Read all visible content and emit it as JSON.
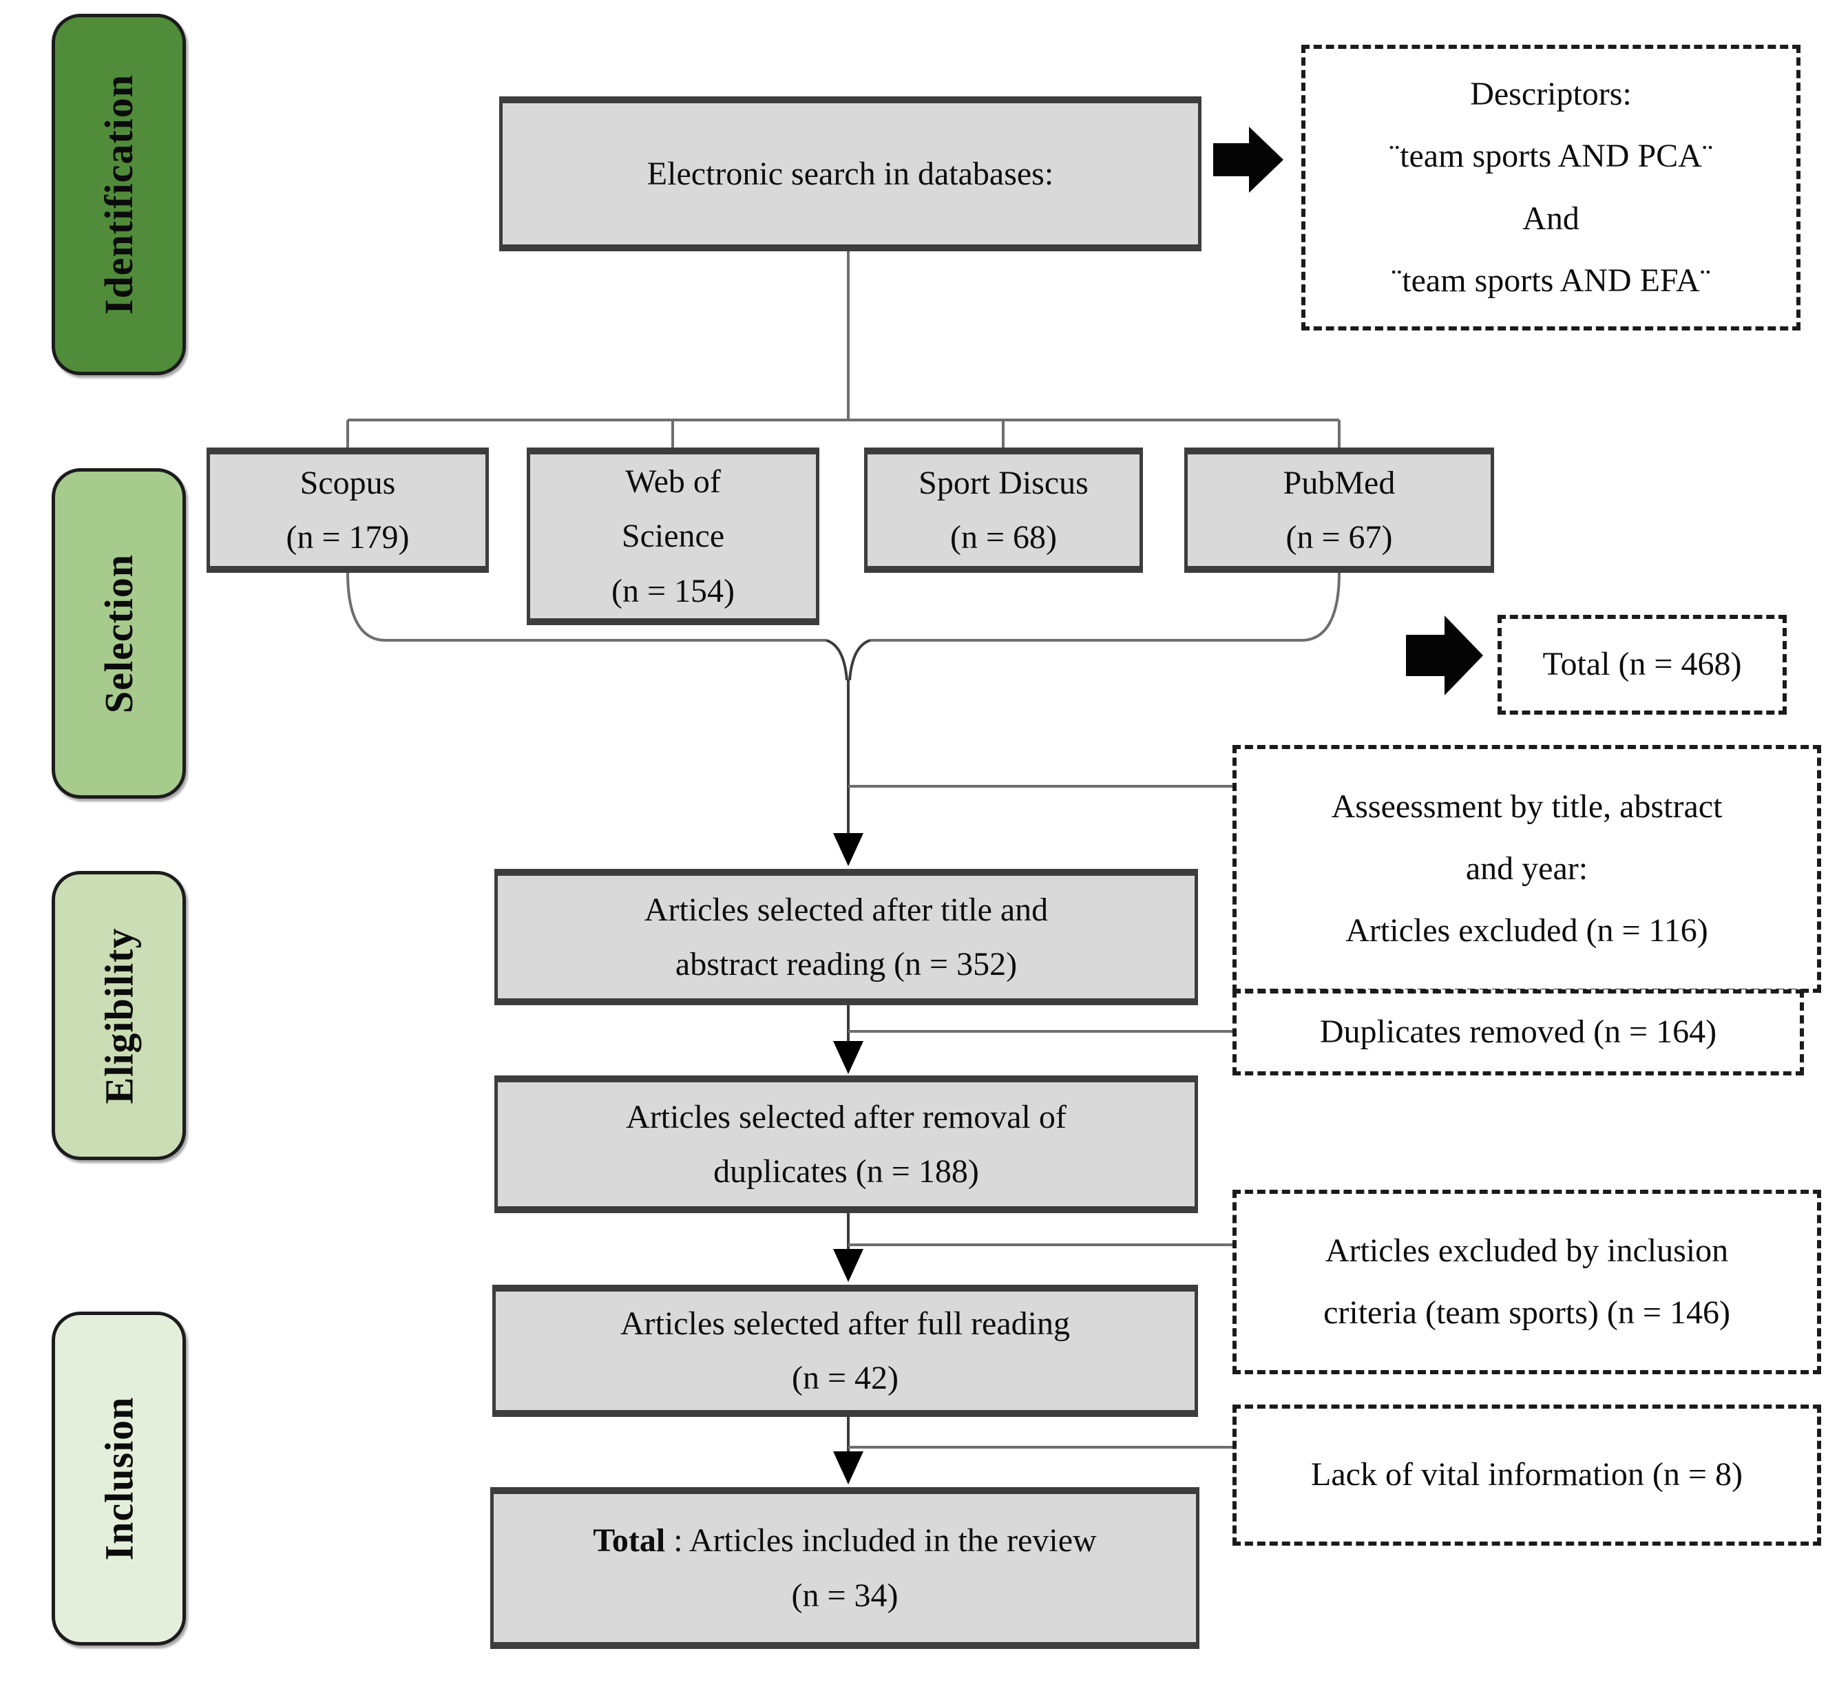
{
  "stages": [
    {
      "label": "Identification",
      "color": "#518c3a"
    },
    {
      "label": "Selection",
      "color": "#a7ca8d"
    },
    {
      "label": "Eligibility",
      "color": "#caddb5"
    },
    {
      "label": "Inclusion",
      "color": "#e4efdb"
    }
  ],
  "search": {
    "label": "Electronic search in databases:"
  },
  "descriptors": {
    "line1": "Descriptors:",
    "line2": "¨team sports AND PCA¨",
    "line3": "And",
    "line4": "¨team sports AND EFA¨"
  },
  "databases": [
    {
      "line1": "Scopus",
      "line2": "(n = 179)",
      "line3": ""
    },
    {
      "line1": "Web of",
      "line2": "Science",
      "line3": "(n = 154)"
    },
    {
      "line1": "Sport Discus",
      "line2": "(n = 68)",
      "line3": ""
    },
    {
      "line1": "PubMed",
      "line2": "(n = 67)",
      "line3": ""
    }
  ],
  "total_note": {
    "label": "Total (n = 468)"
  },
  "notes": {
    "assessment": {
      "line1": "Asseessment  by title, abstract",
      "line2": "and year:",
      "line3": "Articles excluded  (n = 116)"
    },
    "duplicates": {
      "line1": "Duplicates removed  (n = 164)"
    },
    "excluded": {
      "line1": "Articles excluded by inclusion",
      "line2": "criteria (team sports) (n = 146)"
    },
    "lack": {
      "line1": "Lack of vital information (n = 8)"
    }
  },
  "steps": {
    "title_abstract": {
      "line1": "Articles selected after title and",
      "line2": "abstract reading  (n = 352)"
    },
    "duplicates_removed": {
      "line1": "Articles selected after removal of",
      "line2": "duplicates  (n = 188)"
    },
    "full_reading": {
      "line1": "Articles selected after full reading",
      "line2": "(n = 42)"
    },
    "included": {
      "bold": "Total",
      "rest": " : Articles included in the review",
      "line2": "(n = 34)"
    }
  },
  "style": {
    "box_fill": "#d9d9d9",
    "box_border": "#3d3d3d",
    "line_color": "#6e6e6e",
    "arrow_color": "#000000"
  }
}
